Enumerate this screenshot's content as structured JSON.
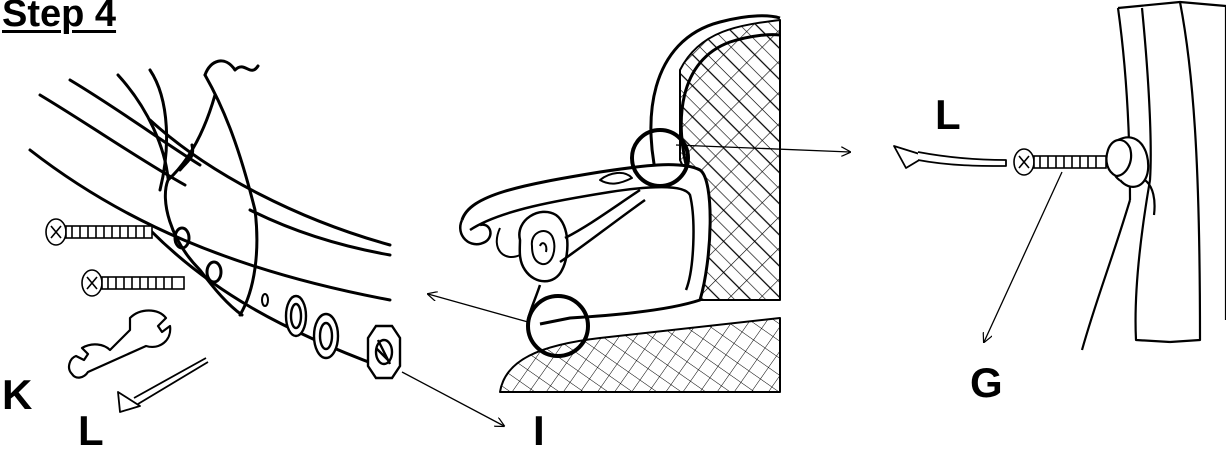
{
  "title": "Step 4",
  "labels": {
    "k": "K",
    "l_left": "L",
    "i": "I",
    "l_right": "L",
    "g": "G"
  },
  "colors": {
    "ink": "#000000",
    "background": "#ffffff"
  },
  "icons": [
    "screw-icon",
    "wrench-icon",
    "allen-key-icon",
    "washer-icon",
    "hex-nut-icon",
    "callout-circle",
    "callout-arrow"
  ]
}
